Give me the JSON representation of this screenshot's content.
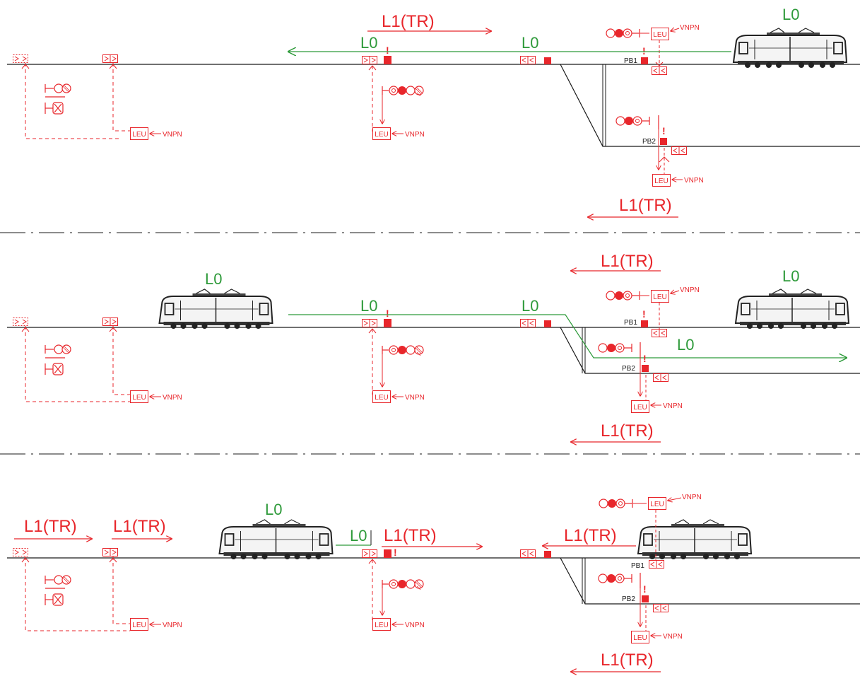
{
  "labels": {
    "l1_tr": "L1(TR)",
    "l0": "L0",
    "leu": "LEU",
    "vnpn": "VNPN",
    "pb1": "PB1",
    "pb2": "PB2",
    "excl": "!"
  },
  "colors": {
    "signal": "#e8262b",
    "level0": "#2e9a3a",
    "track": "#1a1a1a",
    "balise": "#e8262b"
  },
  "panels": [
    {
      "id": "panel-1"
    },
    {
      "id": "panel-2"
    },
    {
      "id": "panel-3"
    }
  ]
}
